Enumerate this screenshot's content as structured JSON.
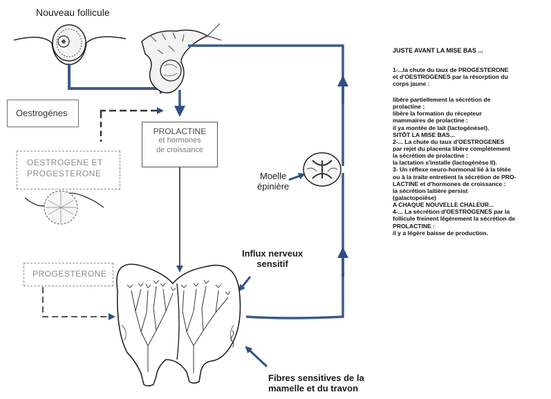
{
  "labels": {
    "nouveau_follicule": "Nouveau follicule",
    "oestrogenes": "Oestrogénes",
    "oestrogene_progesterone": "OESTROGENE ET\nPROGESTERONE",
    "progesterone": "PROGESTERONE",
    "prolactine_title": "PROLACTINE",
    "prolactine_sub": "et hormones\nde croissance",
    "moelle_epiniere": "Moelle\népinière",
    "influx_nerveux": "Influx nerveux\nsensitif",
    "fibres_sensitives": "Fibres sensitives de la\nmamelle et du travon"
  },
  "text_panel": {
    "heading": "JUSTE AVANT LA MISE BAS ...",
    "para1": "1-...la chute du taux de PROGESTERONE\net d'OESTROGENES par la résorption du\ncorps jaune :",
    "para2": "libère partiellement la sécrétion de\nprolactine ;\nlibère la formation du récepteur\nmammaires de prolactine :\nil ya montée de lait (lactogénèsel).\nSITÔT LA MISE BAS...\n2-... La chute du taux d'OESTROGENES\npar rejet du placenta libère complètement\nla sécrétion de prolactine :\nla lactation s'installe (lactogénèse II).\n3- Un réflexe neuro-hormonal lié à la tétée\nou à la traite entretient la sécrétion de PRO-\nLACTINE et d'hormones de croissance :\nla sécrétion laitière persist\n(galactopoïèse)\nA CHAQUE NOUVELLE CHALEUR...\n4-... La sécrétion d'OESTROGENES par la\nfollicule freinent légèrement la sécrétion de\nPROLACTINE :\nil y a légère baisse de production."
  },
  "colors": {
    "line": "#3a5a8c",
    "arrow": "#2f4f86",
    "ink": "#1a1a1a",
    "faded": "#8a8a8a"
  }
}
